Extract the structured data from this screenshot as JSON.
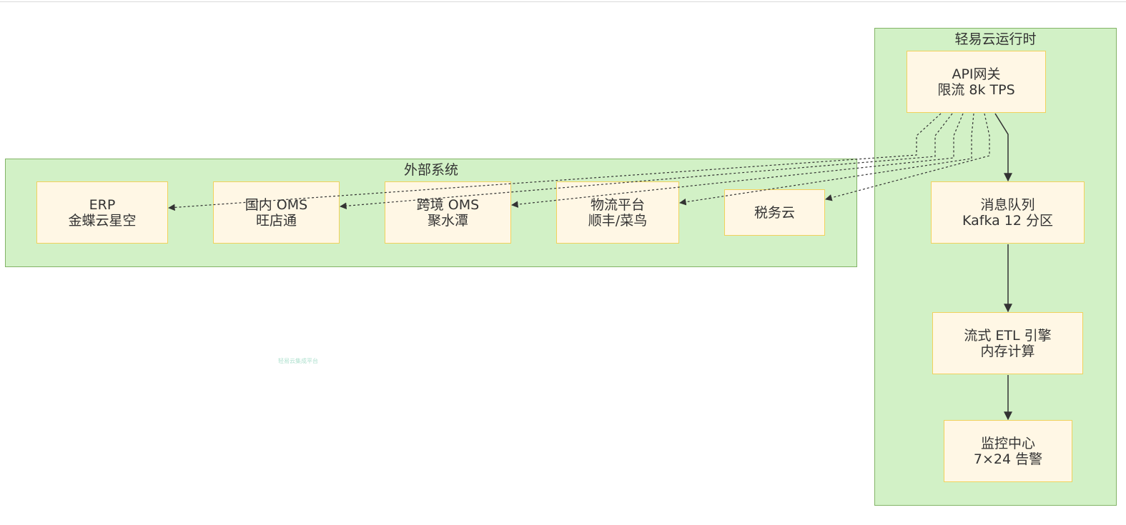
{
  "groups": {
    "runtime": {
      "title": "轻易云运行时"
    },
    "external": {
      "title": "外部系统"
    }
  },
  "nodes": {
    "api_gateway": {
      "line1": "API网关",
      "line2": "限流 8k TPS"
    },
    "message_queue": {
      "line1": "消息队列",
      "line2": "Kafka 12 分区"
    },
    "etl_engine": {
      "line1": "流式 ETL 引擎",
      "line2": "内存计算"
    },
    "monitor": {
      "line1": "监控中心",
      "line2": "7×24 告警"
    },
    "erp": {
      "line1": "ERP",
      "line2": "金蝶云星空"
    },
    "domestic_oms": {
      "line1": "国内 OMS",
      "line2": "旺店通"
    },
    "crossborder_oms": {
      "line1": "跨境 OMS",
      "line2": "聚水潭"
    },
    "logistics": {
      "line1": "物流平台",
      "line2": "顺丰/菜鸟"
    },
    "tax_cloud": {
      "line1": "税务云"
    }
  },
  "watermark": "轻易云集成平台",
  "edges": [
    {
      "from": "api_gateway",
      "to": "message_queue",
      "style": "solid"
    },
    {
      "from": "message_queue",
      "to": "etl_engine",
      "style": "solid"
    },
    {
      "from": "etl_engine",
      "to": "monitor",
      "style": "solid"
    },
    {
      "from": "api_gateway",
      "to": "erp",
      "style": "dashed"
    },
    {
      "from": "api_gateway",
      "to": "domestic_oms",
      "style": "dashed"
    },
    {
      "from": "api_gateway",
      "to": "crossborder_oms",
      "style": "dashed"
    },
    {
      "from": "api_gateway",
      "to": "logistics",
      "style": "dashed"
    },
    {
      "from": "api_gateway",
      "to": "tax_cloud",
      "style": "dashed"
    }
  ],
  "colors": {
    "group_fill": "#d2f1c6",
    "group_border": "#82b366",
    "node_fill": "#fff7e5",
    "node_border": "#f2d15c",
    "edge": "#333333"
  }
}
